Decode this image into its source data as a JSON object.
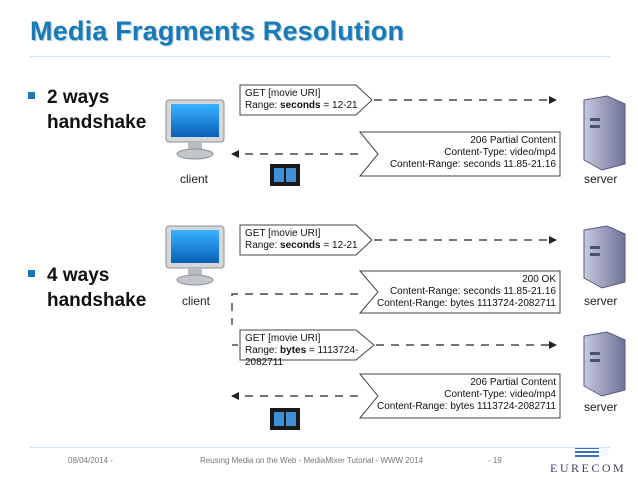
{
  "title": "Media Fragments Resolution",
  "bullets": [
    "2 ways\nhandshake",
    "4 ways\nhandshake"
  ],
  "labels": {
    "client": "client",
    "server": "server"
  },
  "messages": {
    "m1_l1": "GET [movie URI]",
    "m1_l2_pre": "Range: ",
    "m1_l2_bold": "seconds",
    "m1_l2_post": " = 12-21",
    "m2_l1": "206 Partial Content",
    "m2_l2": "Content-Type: video/mp4",
    "m2_l3": "Content-Range: seconds 11.85-21.16",
    "m3_l1": "GET [movie URI]",
    "m3_l2_pre": "Range: ",
    "m3_l2_bold": "seconds",
    "m3_l2_post": " = 12-21",
    "m4_l1": "200 OK",
    "m4_l2": "Content-Range: seconds 11.85-21.16",
    "m4_l3": "Content-Range: bytes 1113724-2082711",
    "m5_l1": "GET [movie URI]",
    "m5_l2_pre": "Range: ",
    "m5_l2_bold": "bytes",
    "m5_l2_post": " = 1113724-2082711",
    "m6_l1": "206 Partial Content",
    "m6_l2": "Content-Type: video/mp4",
    "m6_l3": "Content-Range: bytes 1113724-2082711"
  },
  "footer": {
    "date": "08/04/2014 -",
    "center": "Reusing Media on the Web - MediaMixer Tutorial - WWW 2014",
    "page": "- 19",
    "logo": "EURECOM"
  },
  "colors": {
    "title": "#1b79b8",
    "bullet_square": "#1b79b8",
    "logo": "#3d3f6e"
  }
}
